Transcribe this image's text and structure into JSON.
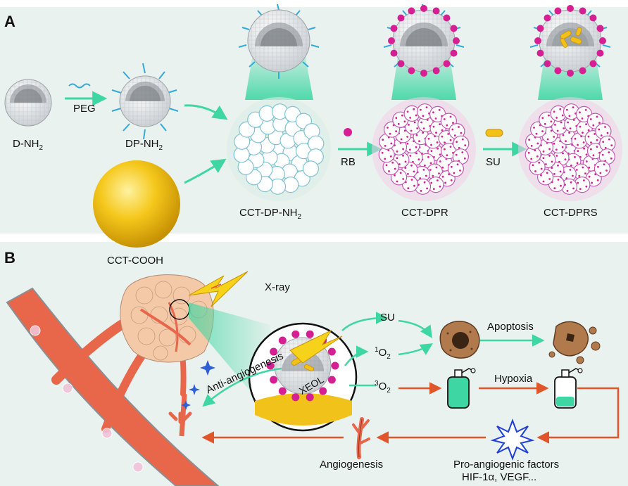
{
  "panels": {
    "a": {
      "letter": "A",
      "labels": {
        "d_nh2": "D-NH",
        "peg": "PEG",
        "dp_nh2": "DP-NH",
        "cct_cooh": "CCT-COOH",
        "cct_dp_nh2": "CCT-DP-NH",
        "rb": "RB",
        "cct_dpr": "CCT-DPR",
        "su": "SU",
        "cct_dprs": "CCT-DPRS",
        "sub2": "2"
      }
    },
    "b": {
      "letter": "B",
      "labels": {
        "xray": "X-ray",
        "su": "SU",
        "singlet_o2_sup": "1",
        "singlet_o2": "O",
        "triplet_o2_sup": "3",
        "triplet_o2": "O",
        "o2_sub": "2",
        "apoptosis": "Apoptosis",
        "hypoxia": "Hypoxia",
        "anti_angiogenesis": "Anti-angiogenesis",
        "xeol": "XEOL",
        "angiogenesis": "Angiogenesis",
        "pro_angiogenic_line1": "Pro-angiogenic factors",
        "pro_angiogenic_line2": "HIF-1α, VEGF..."
      }
    }
  },
  "colors": {
    "background_panel": "#e9f2ee",
    "green_arrow": "#3ed6a3",
    "orange_arrow": "#e0552a",
    "rb_magenta": "#d61f92",
    "su_yellow": "#f3c018",
    "peg_blue": "#33a9d6",
    "vessel": "#e8674b",
    "gold_core": "#f0c21a"
  }
}
